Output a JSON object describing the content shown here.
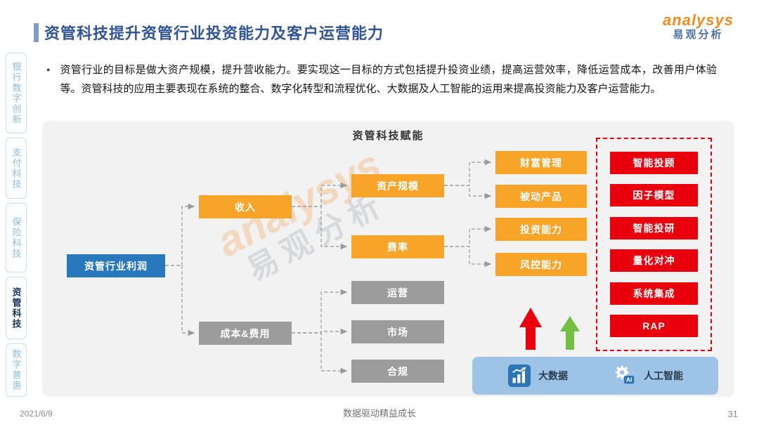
{
  "header": {
    "title": "资管科技提升资管行业投资能力及客户运营能力"
  },
  "logo": {
    "brand": "analysys",
    "brand_cn": "易观分析"
  },
  "intro": {
    "bullet": "●",
    "text": "资管行业的目标是做大资产规模，提升营收能力。要实现这一目标的方式包括提升投资业绩，提高运营效率，降低运营成本，改善用户体验等。资管科技的应用主要表现在系统的整合、数字化转型和流程优化、大数据及人工智能的运用来提高投资能力及客户运营能力。"
  },
  "sidebar": {
    "items": [
      {
        "label": "银行数字创新",
        "active": false
      },
      {
        "label": "支付科技",
        "active": false
      },
      {
        "label": "保险科技",
        "active": false
      },
      {
        "label": "资管科技",
        "active": true
      },
      {
        "label": "数字普惠",
        "active": false
      }
    ]
  },
  "diagram": {
    "title": "资管科技赋能",
    "flow": {
      "root": "资管行业利润",
      "level2": [
        "收入",
        "成本&费用"
      ],
      "level3_revenue": [
        "资产规模",
        "费率"
      ],
      "level3_cost": [
        "运营",
        "市场",
        "合规"
      ],
      "level4_scale": [
        "财富管理",
        "被动产品"
      ],
      "level4_rate": [
        "投资能力",
        "风控能力"
      ]
    },
    "tech": [
      "智能投顾",
      "因子模型",
      "智能投研",
      "量化对冲",
      "系统集成",
      "RAP"
    ],
    "legend": {
      "bigdata": "大数据",
      "ai": "人工智能",
      "ai_icon_text": "AI"
    },
    "watermark": {
      "line1": "analysys",
      "line2": "易观分析"
    }
  },
  "footer": {
    "date": "2021/6/9",
    "slogan": "数据驱动精益成长",
    "page": "31"
  },
  "colors": {
    "title_blue": "#2F5597",
    "box_blue": "#2878BE",
    "box_orange": "#F7A428",
    "box_gray": "#9C9C9C",
    "box_red": "#E8000D",
    "legend_bg": "#9DC3E6",
    "arrow_red": "#E8000D",
    "arrow_green": "#72BF44"
  }
}
